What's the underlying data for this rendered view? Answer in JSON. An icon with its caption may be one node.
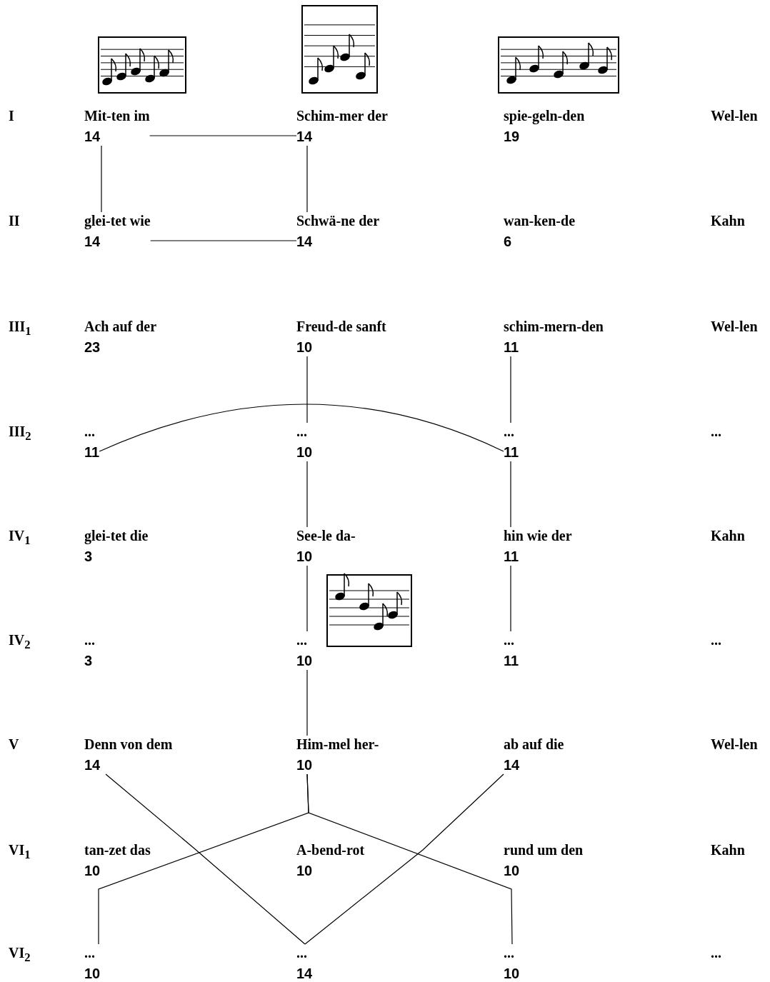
{
  "diagram": {
    "nodes": [
      {
        "text": [
          "Mit-ten im",
          "14"
        ]
      },
      {
        "text": [
          "Schim-mer der",
          "14"
        ]
      },
      {
        "text": [
          "spie-geln-den",
          "19"
        ]
      },
      {
        "text": [
          "glei-tet wie",
          "14"
        ]
      },
      {
        "text": [
          "Schwä-ne der",
          "14"
        ]
      },
      {
        "text": [
          "wan-ken-de",
          "6"
        ]
      },
      {
        "text": [
          "Ach auf der",
          "23"
        ]
      },
      {
        "text": [
          "Freud-de sanft",
          "10"
        ]
      },
      {
        "text": [
          "schim-mern-den",
          "11"
        ]
      },
      {
        "text": [
          "...",
          "11"
        ]
      },
      {
        "text": [
          "...",
          "10"
        ]
      },
      {
        "text": [
          "...",
          "11"
        ]
      },
      {
        "text": [
          "glei-tet die",
          "3"
        ]
      },
      {
        "text": [
          "See-le da-",
          "10"
        ]
      },
      {
        "text": [
          "hin wie der",
          "11"
        ]
      },
      {
        "text": [
          "...",
          "3"
        ]
      },
      {
        "text": [
          "...",
          "10"
        ]
      },
      {
        "text": [
          "...",
          "11"
        ]
      },
      {
        "text": [
          "Denn von dem",
          "14"
        ]
      },
      {
        "text": [
          "Him-mel her-",
          "10"
        ]
      },
      {
        "text": [
          "ab auf die",
          "14"
        ]
      },
      {
        "text": [
          "tan-zet das",
          "10"
        ]
      },
      {
        "text": [
          "A-bend-rot",
          "10"
        ]
      },
      {
        "text": [
          "rund um den",
          "10"
        ]
      },
      {
        "text": [
          "...",
          "10"
        ]
      },
      {
        "text": [
          "...",
          "14"
        ]
      },
      {
        "text": [
          "...",
          "10"
        ]
      }
    ],
    "edges": [
      {
        "from": 0,
        "to": 1,
        "arrow": "none"
      },
      {
        "from": 0,
        "to": 3,
        "arrow": "none"
      },
      {
        "from": 1,
        "to": 4,
        "arrow": "none"
      },
      {
        "from": 3,
        "to": 4,
        "arrow": "none"
      },
      {
        "from": 7,
        "to": 10,
        "arrow": "none"
      },
      {
        "from": 8,
        "to": 11,
        "arrow": "none"
      },
      {
        "from": 9,
        "to": 11,
        "arrow": "none"
      },
      {
        "from": 10,
        "to": 13,
        "arrow": "none"
      },
      {
        "from": 11,
        "to": 14,
        "arrow": "none"
      },
      {
        "from": 13,
        "to": 16,
        "arrow": "none"
      },
      {
        "from": 14,
        "to": 17,
        "arrow": "none"
      },
      {
        "from": 16,
        "to": 19,
        "arrow": "none"
      },
      {
        "from": 18,
        "to": 25,
        "arrow": "none"
      },
      {
        "from": 19,
        "to": 24,
        "arrow": "none"
      },
      {
        "from": 19,
        "to": 26,
        "arrow": "none"
      },
      {
        "from": 20,
        "to": 25,
        "arrow": "none"
      }
    ],
    "labels": [
      "I",
      "Wel-len",
      "II",
      "Kahn",
      "III$_{1}$",
      "Wel-len",
      "III$_{2}$",
      "...",
      "IV$_{1}$",
      "Kahn",
      "IV$_{2}$",
      "...",
      "V",
      "Wel-len",
      "VI$_{1}$",
      "Kahn",
      "VI$_{2}$",
      "..."
    ]
  }
}
